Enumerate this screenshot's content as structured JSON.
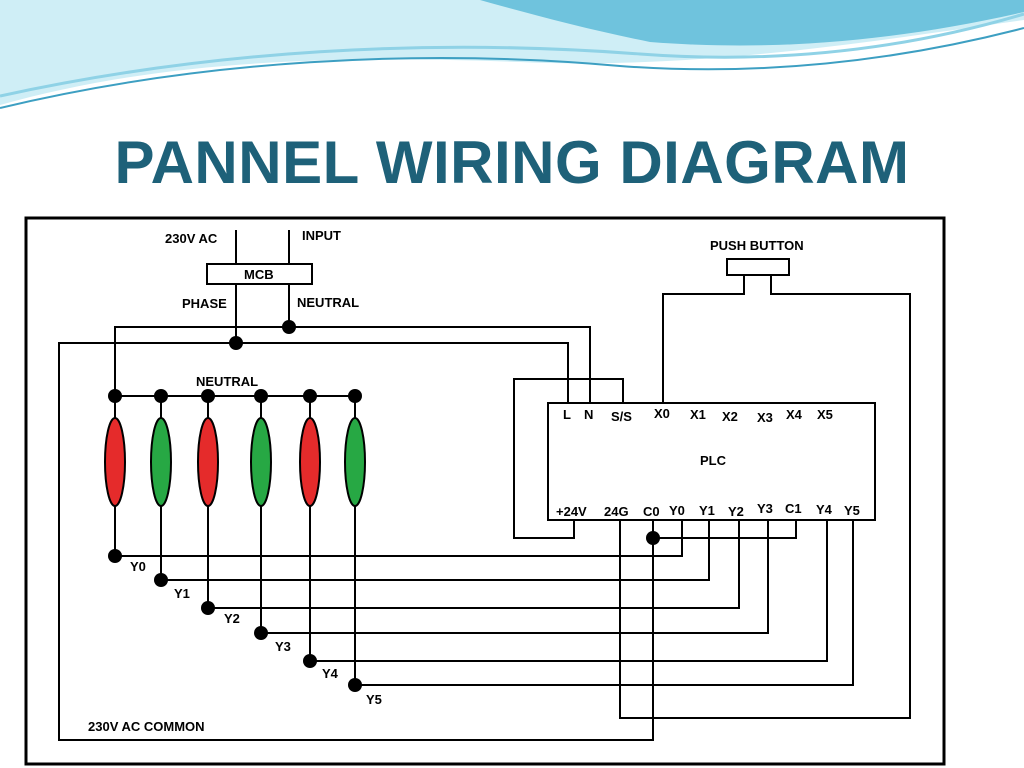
{
  "title": "PANNEL WIRING  DIAGRAM",
  "colors": {
    "title": "#1e6179",
    "lamp_red": "#e52b2b",
    "lamp_green": "#27a844",
    "wire": "#000000",
    "banner_light": "#9fd8e8",
    "banner_dark": "#3d9fc2"
  },
  "supply": {
    "voltage_label": "230V AC",
    "input_label": "INPUT",
    "mcb_label": "MCB",
    "phase_label": "PHASE",
    "neutral_label": "NEUTRAL"
  },
  "lamps": {
    "neutral_bus_label": "NEUTRAL",
    "colors": [
      "red",
      "green",
      "red",
      "green",
      "red",
      "green"
    ],
    "output_labels": [
      "Y0",
      "Y1",
      "Y2",
      "Y3",
      "Y4",
      "Y5"
    ]
  },
  "push_button": {
    "label": "PUSH BUTTON"
  },
  "plc": {
    "label": "PLC",
    "top_terminals": [
      "L",
      "N",
      "S/S",
      "X0",
      "X1",
      "X2",
      "X3",
      "X4",
      "X5"
    ],
    "bottom_terminals": [
      "+24V",
      "24G",
      "C0",
      "Y0",
      "Y1",
      "Y2",
      "Y3",
      "C1",
      "Y4",
      "Y5"
    ]
  },
  "common_label": "230V AC COMMON"
}
